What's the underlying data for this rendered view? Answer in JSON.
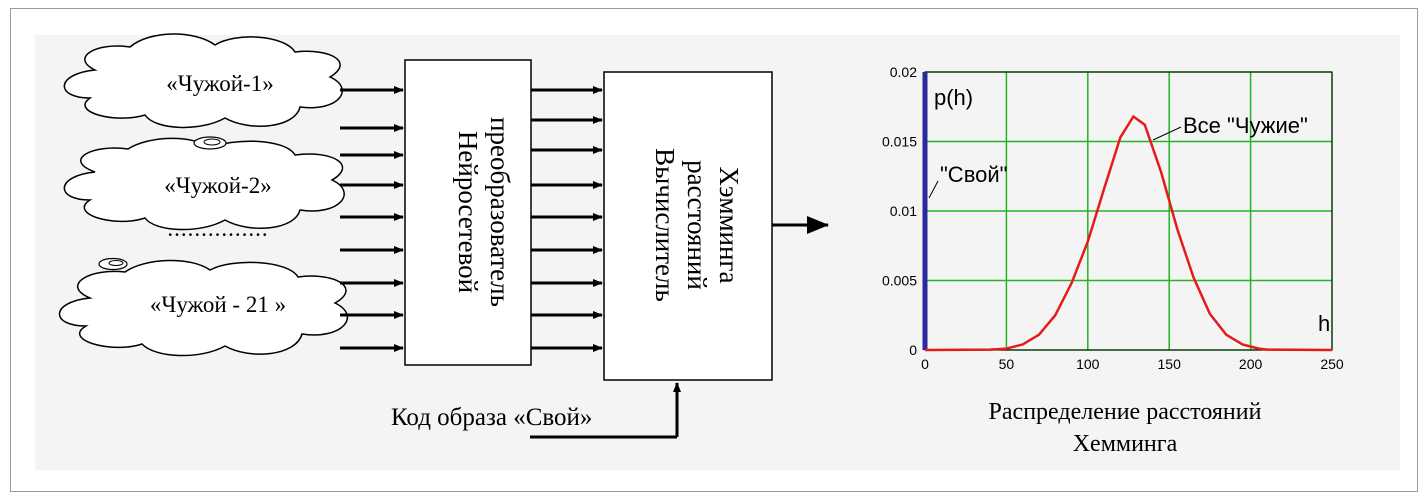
{
  "diagram": {
    "clouds": [
      "«Чужой-1»",
      "«Чужой-2»",
      "«Чужой - 21 »"
    ],
    "ellipsis": "...............",
    "transformer_label": [
      "Нейросетевой",
      "преобразователь"
    ],
    "calculator_label": [
      "Вычислитель",
      "расстояний",
      "Хэмминга"
    ],
    "code_label": "Код образа «Свой»"
  },
  "colors": {
    "curve": "#e51b1b",
    "axis_bar": "#2a2a9c",
    "grid": "#22b522",
    "text": "#000000"
  },
  "chart_data": {
    "type": "line",
    "ylabel": "p(h)",
    "xlabel": "h",
    "caption": [
      "Распределение расстояний",
      "Хемминга"
    ],
    "xlim": [
      0,
      250
    ],
    "ylim": [
      0,
      0.02
    ],
    "x_ticks": [
      "0",
      "50",
      "100",
      "150",
      "200",
      "250"
    ],
    "y_ticks": [
      "0",
      "0.005",
      "0.01",
      "0.015",
      "0.02"
    ],
    "grid": true,
    "annotations": [
      "Все \"Чужие\"",
      "\"Свой\""
    ],
    "series": [
      {
        "name": "Все \"Чужие\"",
        "mean": 128,
        "peak": 0.0168,
        "x": [
          0,
          40,
          50,
          60,
          70,
          80,
          90,
          100,
          110,
          120,
          128,
          135,
          145,
          155,
          165,
          175,
          185,
          195,
          205,
          210,
          250
        ],
        "y": [
          0,
          3e-05,
          0.0001,
          0.0004,
          0.0011,
          0.0025,
          0.0048,
          0.0078,
          0.0116,
          0.0153,
          0.0168,
          0.0162,
          0.0128,
          0.0087,
          0.0052,
          0.0026,
          0.0011,
          0.0004,
          0.0001,
          3e-05,
          0
        ]
      },
      {
        "name": "\"Свой\"",
        "x": [
          0,
          0
        ],
        "y": [
          0,
          0.02
        ]
      }
    ]
  }
}
